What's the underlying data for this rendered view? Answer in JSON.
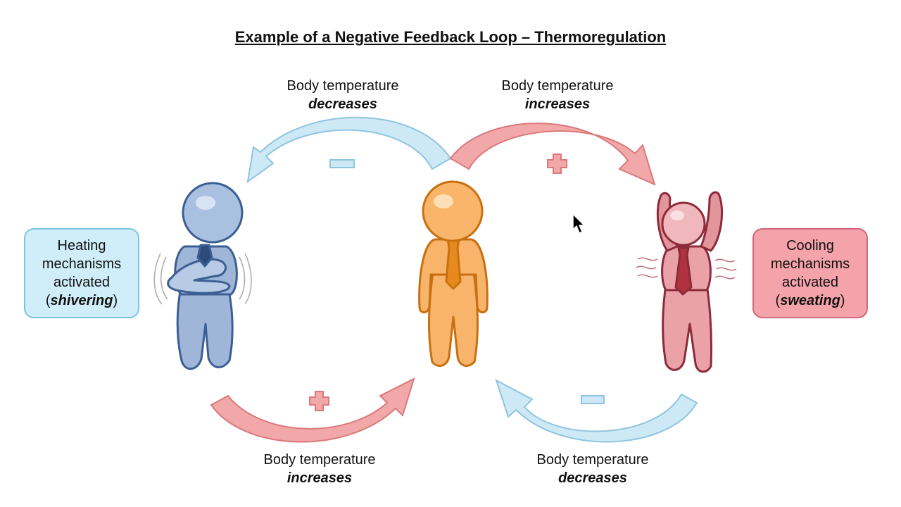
{
  "title": "Example of a Negative Feedback Loop – Thermoregulation",
  "labels": {
    "top_left": {
      "line1": "Body temperature",
      "line2": "decreases"
    },
    "top_right": {
      "line1": "Body temperature",
      "line2": "increases"
    },
    "bottom_left": {
      "line1": "Body temperature",
      "line2": "increases"
    },
    "bottom_right": {
      "line1": "Body temperature",
      "line2": "decreases"
    }
  },
  "heating_box": {
    "line1": "Heating",
    "line2": "mechanisms",
    "line3": "activated",
    "open": "(",
    "emph": "shivering",
    "close": ")"
  },
  "cooling_box": {
    "line1": "Cooling",
    "line2": "mechanisms",
    "line3": "activated",
    "open": "(",
    "emph": "sweating",
    "close": ")"
  },
  "signs": {
    "minus_top": "minus-sign",
    "plus_top": "plus-sign",
    "plus_bottom": "plus-sign",
    "minus_bottom": "minus-sign"
  },
  "colors": {
    "cool_arrow": "#cde9f5",
    "warm_arrow": "#f2a8a8",
    "blue_figure": "#9fb6d8",
    "orange_figure": "#f7b46a",
    "red_figure": "#eaa2a8"
  }
}
